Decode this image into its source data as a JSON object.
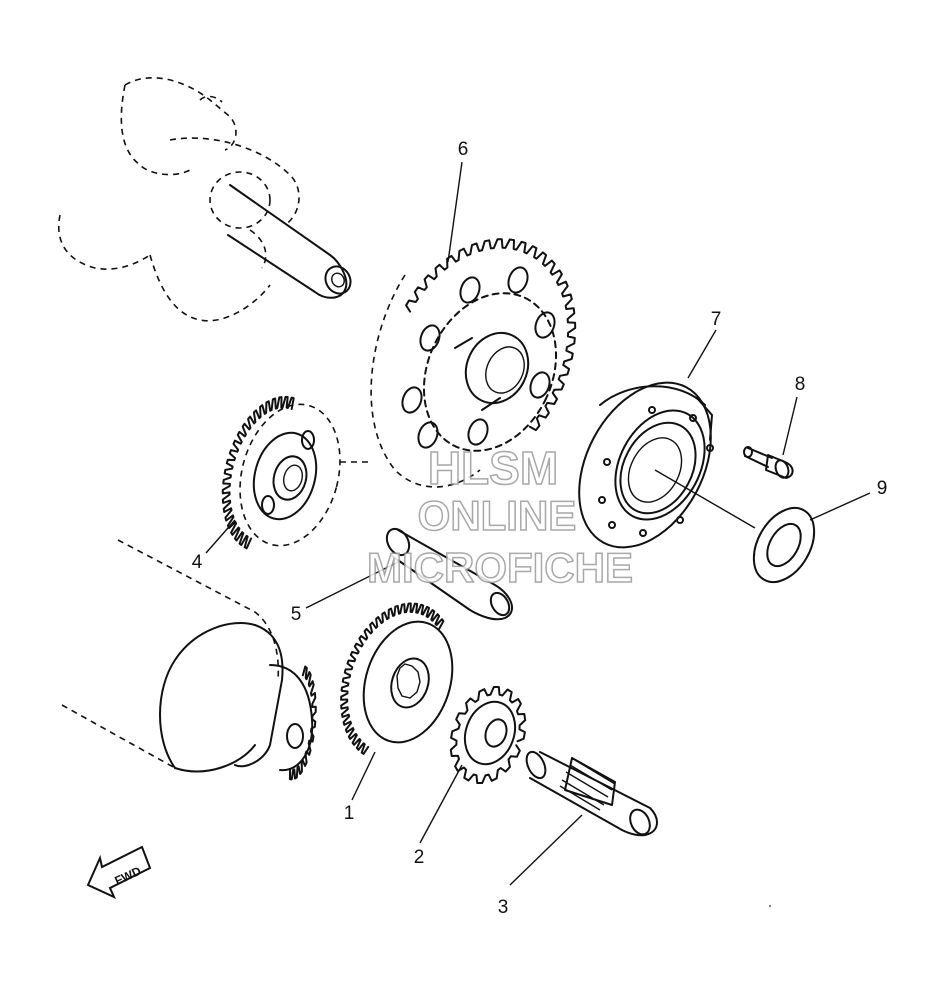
{
  "callouts": [
    {
      "id": "1",
      "text": "1"
    },
    {
      "id": "2",
      "text": "2"
    },
    {
      "id": "3",
      "text": "3"
    },
    {
      "id": "4",
      "text": "4"
    },
    {
      "id": "5",
      "text": "5"
    },
    {
      "id": "6",
      "text": "6"
    },
    {
      "id": "7",
      "text": "7"
    },
    {
      "id": "8",
      "text": "8"
    },
    {
      "id": "9",
      "text": "9"
    }
  ],
  "direction_marker": {
    "text": "FWD",
    "icon": "arrow-left-icon"
  },
  "watermark": {
    "line1": "HLSM",
    "line2": "ONLINE",
    "line3": "MICROFICHE"
  }
}
